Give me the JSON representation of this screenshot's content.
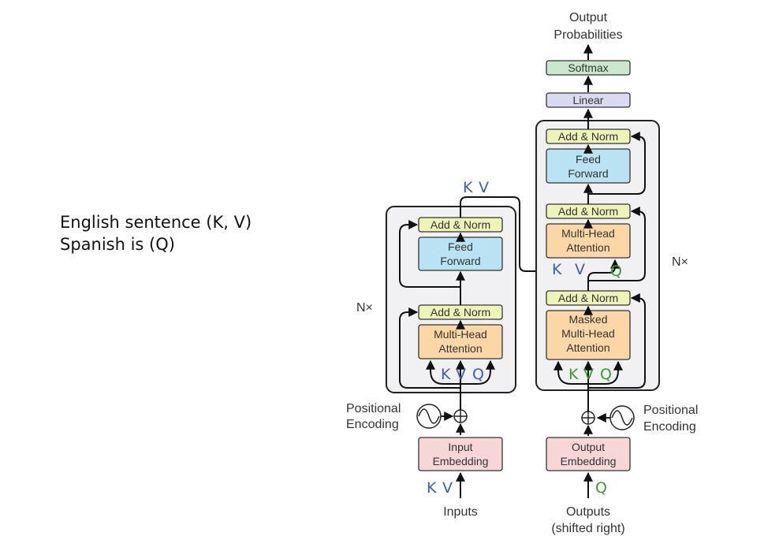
{
  "notes": {
    "line1": "English sentence (K, V)",
    "line2": "Spanish is (Q)"
  },
  "colors": {
    "key_value": "#3a5fb5",
    "query": "#3d9a33",
    "add_norm": "#eef3b8",
    "feed_forward": "#b9e2f2",
    "attention": "#fbd7a8",
    "embedding": "#f7d6d8",
    "linear": "#d9dcf0",
    "softmax": "#c9e8cc",
    "block_bg": "#f1f1f3"
  },
  "encoder": {
    "nx": "N×",
    "add_norm_top": "Add & Norm",
    "feed_forward": [
      "Feed",
      "Forward"
    ],
    "add_norm_bottom": "Add & Norm",
    "attention": [
      "Multi-Head",
      "Attention"
    ],
    "inner_kvq": {
      "k": "K",
      "v": "V",
      "q": "Q"
    },
    "positional": [
      "Positional",
      "Encoding"
    ],
    "embedding": [
      "Input",
      "Embedding"
    ],
    "input_kv": {
      "k": "K",
      "v": "V"
    },
    "inputs_label": "Inputs"
  },
  "decoder": {
    "nx": "N×",
    "add_norm_top": "Add & Norm",
    "feed_forward": [
      "Feed",
      "Forward"
    ],
    "add_norm_mid": "Add & Norm",
    "cross_attention": [
      "Multi-Head",
      "Attention"
    ],
    "cross_kvq": {
      "k": "K",
      "v": "V",
      "q": "Q"
    },
    "add_norm_bottom": "Add & Norm",
    "masked_attention": [
      "Masked",
      "Multi-Head",
      "Attention"
    ],
    "inner_kvq": {
      "k": "K",
      "v": "V",
      "q": "Q"
    },
    "positional": [
      "Positional",
      "Encoding"
    ],
    "embedding": [
      "Output",
      "Embedding"
    ],
    "input_q": "Q",
    "outputs_label": [
      "Outputs",
      "(shifted right)"
    ]
  },
  "encoder_output_kv": {
    "k": "K",
    "v": "V"
  },
  "head": {
    "linear": "Linear",
    "softmax": "Softmax",
    "output": [
      "Output",
      "Probabilities"
    ]
  }
}
